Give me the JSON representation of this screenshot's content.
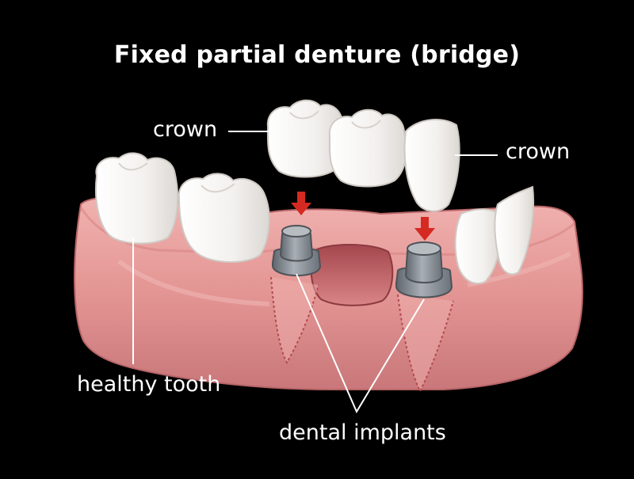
{
  "title": "Fixed partial denture (bridge)",
  "labels": {
    "crown_left": "crown",
    "crown_right": "crown",
    "healthy_tooth": "healthy tooth",
    "dental_implants": "dental implants"
  },
  "colors": {
    "background": "#000000",
    "gum": "#e59a98",
    "gum_dark": "#c96f72",
    "tooth": "#f6f4f1",
    "implant": "#8d9399",
    "arrow": "#d42a22",
    "text": "#ffffff"
  }
}
